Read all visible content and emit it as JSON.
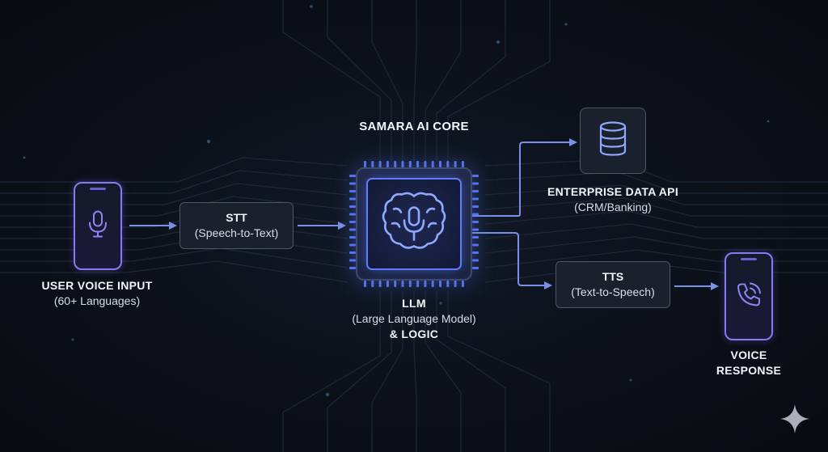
{
  "core_title": "SAMARA AI CORE",
  "input": {
    "title": "USER VOICE INPUT",
    "subtitle": "(60+ Languages)",
    "icon": "microphone-icon"
  },
  "stt": {
    "title": "STT",
    "subtitle": "(Speech-to-Text)"
  },
  "llm": {
    "title": "LLM",
    "subtitle": "(Large Language Model)",
    "line3": "& LOGIC",
    "icon": "brain-icon"
  },
  "enterprise": {
    "title": "ENTERPRISE DATA API",
    "subtitle": "(CRM/Banking)",
    "icon": "database-icon"
  },
  "tts": {
    "title": "TTS",
    "subtitle": "(Text-to-Speech)"
  },
  "output": {
    "title": "VOICE",
    "title2": "RESPONSE",
    "icon": "phone-call-icon"
  },
  "colors": {
    "accent": "#5d7cff",
    "arrow": "#7a8fe6",
    "phone": "#8a78f0",
    "box_border": "#4b5666"
  }
}
